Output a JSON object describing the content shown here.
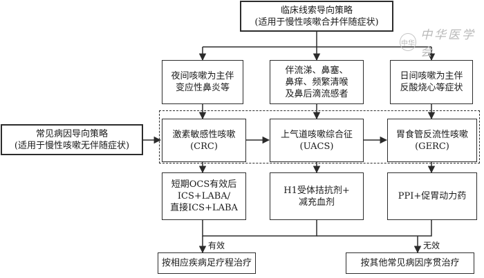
{
  "top_strategy": {
    "title": "临床线索导向策略",
    "subtitle": "(适用于慢性咳嗽合并伴随症状)"
  },
  "left_strategy": {
    "title": "常见病因导向策略",
    "subtitle": "(适用于慢性咳嗽无伴随症状)"
  },
  "clues": [
    {
      "lines": [
        "夜间咳嗽为主伴",
        "变应性鼻炎等"
      ]
    },
    {
      "lines": [
        "伴流涕、鼻塞、",
        "鼻痒、频繁清喉",
        "及鼻后滴流感者"
      ]
    },
    {
      "lines": [
        "日间咳嗽为主伴",
        "反酸烧心等症状"
      ]
    }
  ],
  "diagnoses": [
    {
      "name": "激素敏感性咳嗽",
      "abbr": "(CRC)"
    },
    {
      "name": "上气道咳嗽综合征",
      "abbr": "(UACS)"
    },
    {
      "name": "胃食管反流性咳嗽",
      "abbr": "(GERC)"
    }
  ],
  "treatments": [
    {
      "lines": [
        "短期OCS有效后",
        "ICS+LABA/",
        "直接ICS+LABA"
      ]
    },
    {
      "lines": [
        "H1受体拮抗剂+",
        "减充血剂"
      ]
    },
    {
      "lines": [
        "PPI+促胃动力药"
      ]
    }
  ],
  "edge_labels": {
    "effective": "有效",
    "ineffective": "无效"
  },
  "outcomes": {
    "effective": "按相应疾病足疗程治疗",
    "ineffective": "按其他常见病因序贯治疗"
  },
  "watermark": {
    "seal": "中华",
    "text": "中华医学会"
  }
}
